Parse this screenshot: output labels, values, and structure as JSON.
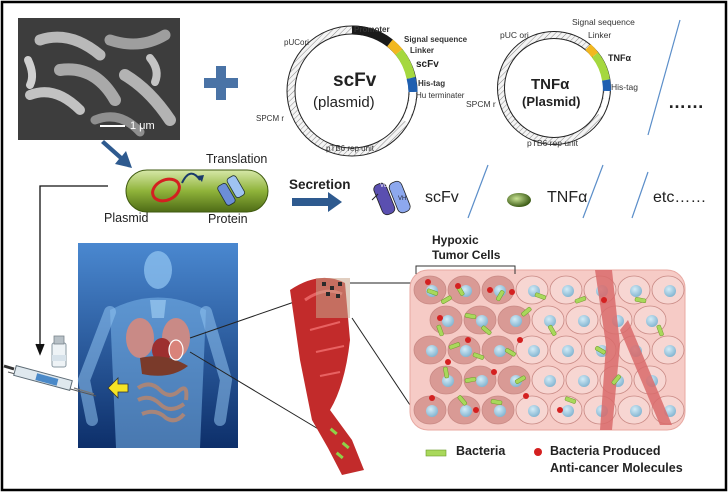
{
  "sem_image": {
    "scale_bar": "1 μm"
  },
  "plasmid_scfv": {
    "name": "scFv",
    "subtitle": "(plasmid)",
    "labels": {
      "puc": "pUCori",
      "promoter": "Promoter",
      "signal": "Signal sequence",
      "linker": "Linker",
      "scfv": "scFv",
      "his": "His-tag",
      "hu": "Hu terminater",
      "spcm": "SPCM r",
      "ptb6": "pTB6 rep unit"
    }
  },
  "plasmid_tnfa": {
    "name": "TNFα",
    "subtitle": "(Plasmid)",
    "labels": {
      "puc": "pUC ori",
      "signal": "Signal sequence",
      "linker": "Linker",
      "tnfa": "TNFα",
      "his": "His-tag",
      "spcm": "SPCM r",
      "ptb6": "pTB6 rep unit"
    }
  },
  "ellipsis_top": "……",
  "bacterium": {
    "translation": "Translation",
    "plasmid": "Plasmid",
    "protein": "Protein"
  },
  "secretion": "Secretion",
  "products": {
    "vl": "VL",
    "vh": "VH",
    "scfv": "scFv",
    "tnfa": "TNFα",
    "etc": "etc……"
  },
  "tumor": {
    "line1": "Hypoxic",
    "line2": "Tumor Cells"
  },
  "legend": {
    "bacteria": "Bacteria",
    "molecules_line1": "Bacteria Produced",
    "molecules_line2": "Anti-cancer Molecules"
  },
  "colors": {
    "arrow_blue": "#2e5a8f",
    "bacterium_green": "#8fb33a",
    "tumor_pink": "#f3c9c4",
    "vessel_red": "#d8443a",
    "bacteria_green": "#a9d85b",
    "molecule_red": "#d42020"
  }
}
